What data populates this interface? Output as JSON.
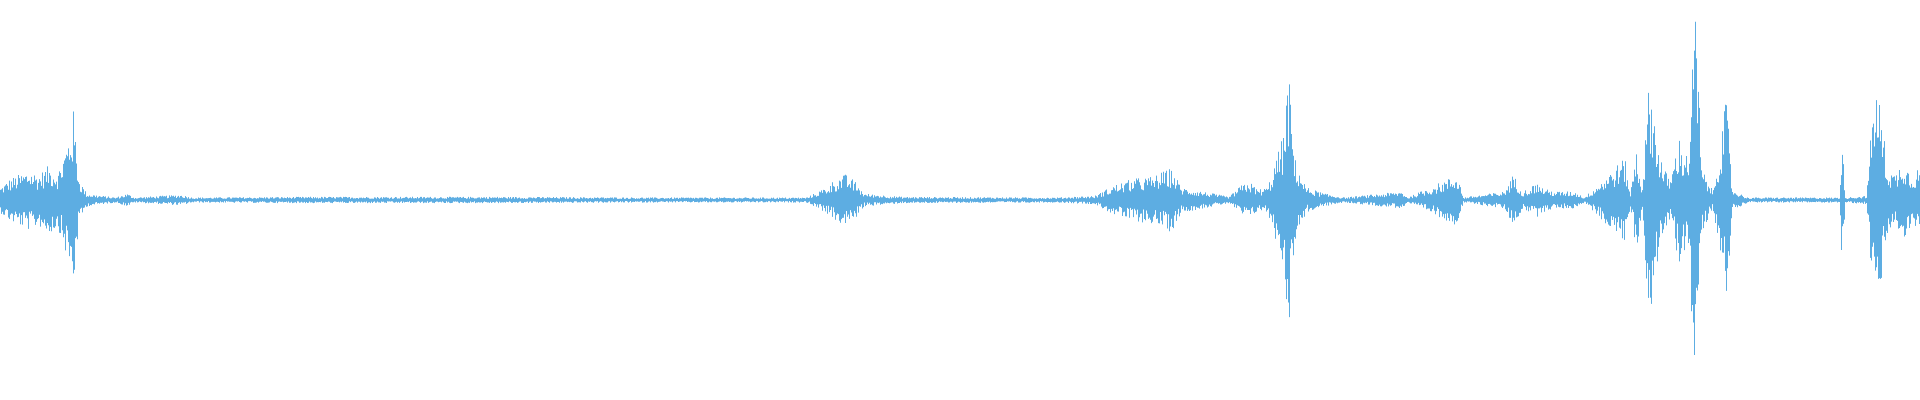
{
  "waveform": {
    "color": "#5dade2",
    "background": "#ffffff",
    "duration_fraction_visible": 1.0,
    "amplitude_envelope": [
      {
        "t": 0.0,
        "a": 0.06
      },
      {
        "t": 0.005,
        "a": 0.1
      },
      {
        "t": 0.01,
        "a": 0.12
      },
      {
        "t": 0.015,
        "a": 0.14
      },
      {
        "t": 0.02,
        "a": 0.12
      },
      {
        "t": 0.025,
        "a": 0.16
      },
      {
        "t": 0.03,
        "a": 0.13
      },
      {
        "t": 0.035,
        "a": 0.28
      },
      {
        "t": 0.038,
        "a": 0.42
      },
      {
        "t": 0.041,
        "a": 0.1
      },
      {
        "t": 0.045,
        "a": 0.03
      },
      {
        "t": 0.06,
        "a": 0.012
      },
      {
        "t": 0.066,
        "a": 0.03
      },
      {
        "t": 0.07,
        "a": 0.012
      },
      {
        "t": 0.094,
        "a": 0.025
      },
      {
        "t": 0.1,
        "a": 0.012
      },
      {
        "t": 0.16,
        "a": 0.015
      },
      {
        "t": 0.26,
        "a": 0.015
      },
      {
        "t": 0.34,
        "a": 0.012
      },
      {
        "t": 0.42,
        "a": 0.012
      },
      {
        "t": 0.43,
        "a": 0.06
      },
      {
        "t": 0.435,
        "a": 0.1
      },
      {
        "t": 0.44,
        "a": 0.12
      },
      {
        "t": 0.445,
        "a": 0.09
      },
      {
        "t": 0.45,
        "a": 0.03
      },
      {
        "t": 0.47,
        "a": 0.015
      },
      {
        "t": 0.55,
        "a": 0.012
      },
      {
        "t": 0.57,
        "a": 0.02
      },
      {
        "t": 0.58,
        "a": 0.07
      },
      {
        "t": 0.59,
        "a": 0.1
      },
      {
        "t": 0.6,
        "a": 0.11
      },
      {
        "t": 0.61,
        "a": 0.15
      },
      {
        "t": 0.615,
        "a": 0.06
      },
      {
        "t": 0.64,
        "a": 0.015
      },
      {
        "t": 0.645,
        "a": 0.06
      },
      {
        "t": 0.65,
        "a": 0.09
      },
      {
        "t": 0.655,
        "a": 0.05
      },
      {
        "t": 0.66,
        "a": 0.06
      },
      {
        "t": 0.668,
        "a": 0.3
      },
      {
        "t": 0.671,
        "a": 0.6
      },
      {
        "t": 0.674,
        "a": 0.2
      },
      {
        "t": 0.68,
        "a": 0.06
      },
      {
        "t": 0.69,
        "a": 0.03
      },
      {
        "t": 0.7,
        "a": 0.012
      },
      {
        "t": 0.73,
        "a": 0.04
      },
      {
        "t": 0.733,
        "a": 0.012
      },
      {
        "t": 0.759,
        "a": 0.12
      },
      {
        "t": 0.762,
        "a": 0.012
      },
      {
        "t": 0.783,
        "a": 0.04
      },
      {
        "t": 0.788,
        "a": 0.12
      },
      {
        "t": 0.793,
        "a": 0.04
      },
      {
        "t": 0.8,
        "a": 0.08
      },
      {
        "t": 0.805,
        "a": 0.05
      },
      {
        "t": 0.81,
        "a": 0.04
      },
      {
        "t": 0.82,
        "a": 0.04
      },
      {
        "t": 0.825,
        "a": 0.012
      },
      {
        "t": 0.846,
        "a": 0.2
      },
      {
        "t": 0.849,
        "a": 0.03
      },
      {
        "t": 0.852,
        "a": 0.25
      },
      {
        "t": 0.855,
        "a": 0.05
      },
      {
        "t": 0.859,
        "a": 0.6
      },
      {
        "t": 0.862,
        "a": 0.35
      },
      {
        "t": 0.866,
        "a": 0.15
      },
      {
        "t": 0.87,
        "a": 0.1
      },
      {
        "t": 0.874,
        "a": 0.3
      },
      {
        "t": 0.879,
        "a": 0.2
      },
      {
        "t": 0.883,
        "a": 0.95
      },
      {
        "t": 0.886,
        "a": 0.15
      },
      {
        "t": 0.892,
        "a": 0.04
      },
      {
        "t": 0.899,
        "a": 0.48
      },
      {
        "t": 0.902,
        "a": 0.05
      },
      {
        "t": 0.91,
        "a": 0.012
      },
      {
        "t": 0.958,
        "a": 0.012
      },
      {
        "t": 0.959,
        "a": 0.3
      },
      {
        "t": 0.961,
        "a": 0.012
      },
      {
        "t": 0.972,
        "a": 0.02
      },
      {
        "t": 0.976,
        "a": 0.55
      },
      {
        "t": 0.979,
        "a": 0.45
      },
      {
        "t": 0.983,
        "a": 0.15
      },
      {
        "t": 0.987,
        "a": 0.12
      },
      {
        "t": 0.991,
        "a": 0.2
      },
      {
        "t": 0.995,
        "a": 0.12
      },
      {
        "t": 1.0,
        "a": 0.16
      }
    ]
  }
}
